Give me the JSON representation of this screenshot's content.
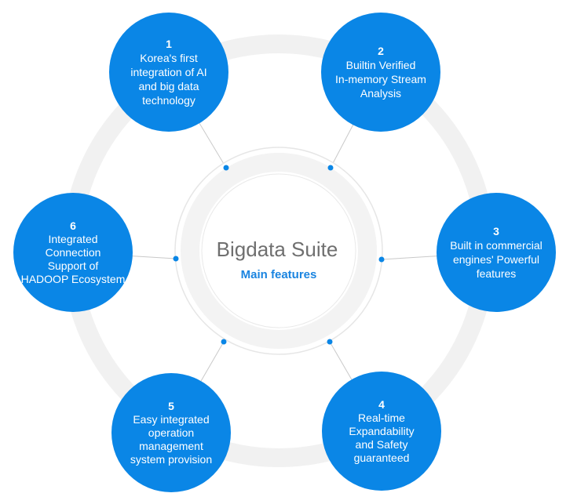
{
  "center": {
    "title": "Bigdata Suite",
    "subtitle": "Main features"
  },
  "features": [
    {
      "number": "1",
      "lines": [
        "Korea's first",
        "integration of AI",
        "and big data",
        "technology"
      ]
    },
    {
      "number": "2",
      "lines": [
        "Builtin Verified",
        "In-memory Stream",
        "Analysis"
      ]
    },
    {
      "number": "3",
      "lines": [
        "Built in commercial",
        "engines' Powerful",
        "features"
      ]
    },
    {
      "number": "4",
      "lines": [
        "Real-time",
        "Expandability",
        "and Safety",
        "guaranteed"
      ]
    },
    {
      "number": "5",
      "lines": [
        "Easy integrated",
        "operation",
        "management",
        "system provision"
      ]
    },
    {
      "number": "6",
      "lines": [
        "Integrated",
        "Connection",
        "Support of",
        "HADOOP Ecosystem"
      ]
    }
  ],
  "colors": {
    "node_fill": "#0a86e6",
    "ring": "#f1f1f1",
    "center_title": "#6f6f6f",
    "center_subtitle": "#1a84e0",
    "connector": "#c9c9c9",
    "dot": "#0a86e6"
  }
}
